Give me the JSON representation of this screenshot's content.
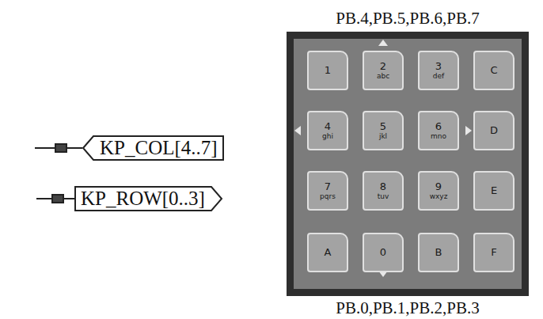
{
  "diagram": {
    "nodes": [
      {
        "text": [
          "KP_COL[4..7]"
        ]
      },
      {
        "text": [
          "KP_ROW[0..3]"
        ]
      },
      {
        "text": [
          "PB.4,PB.5,PB.6,PB.7",
          "PB.0,PB.1,PB.2,PB.3"
        ]
      },
      {
        "text": [
          "1"
        ],
        "in": 2
      },
      {
        "text": [
          "2",
          "abc"
        ],
        "in": 2
      },
      {
        "text": [
          "3",
          "def"
        ],
        "in": 2
      },
      {
        "text": [
          "C"
        ],
        "in": 2
      },
      {
        "text": [
          "4",
          "ghi"
        ],
        "in": 2
      },
      {
        "text": [
          "5",
          "jkl"
        ],
        "in": 2
      },
      {
        "text": [
          "6",
          "mno"
        ],
        "in": 2
      },
      {
        "text": [
          "D"
        ],
        "in": 2
      },
      {
        "text": [
          "7",
          "pqrs"
        ],
        "in": 2
      },
      {
        "text": [
          "8",
          "tuv"
        ],
        "in": 2
      },
      {
        "text": [
          "9",
          "wxyz"
        ],
        "in": 2
      },
      {
        "text": [
          "E"
        ],
        "in": 2
      },
      {
        "text": [
          "A"
        ],
        "in": 2
      },
      {
        "text": [
          "0"
        ],
        "in": 2
      },
      {
        "text": [
          "B"
        ],
        "in": 2
      },
      {
        "text": [
          "F"
        ],
        "in": 2
      }
    ],
    "edges": []
  }
}
